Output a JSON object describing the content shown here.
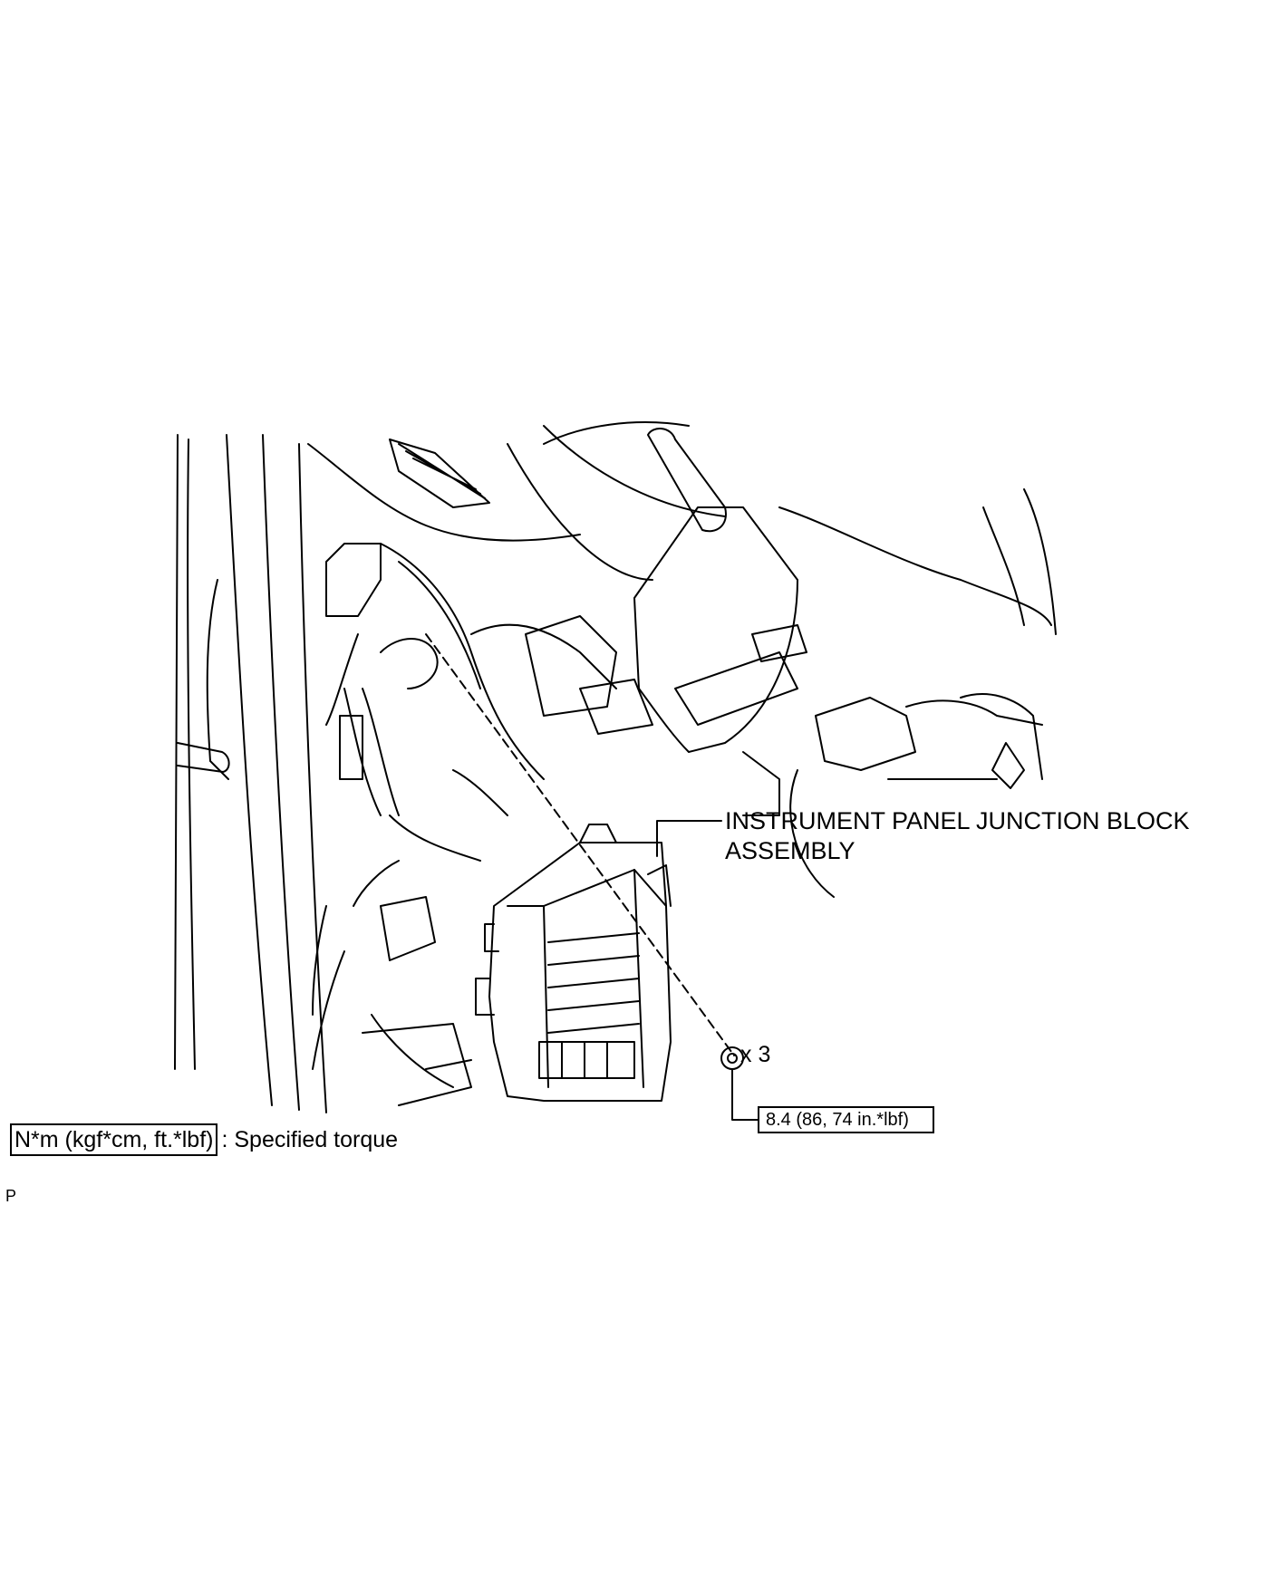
{
  "part_label": {
    "line1": "INSTRUMENT PANEL JUNCTION BLOCK",
    "line2": "ASSEMBLY"
  },
  "fastener": {
    "quantity": "x 3",
    "torque": "8.4 (86, 74 in.*lbf)"
  },
  "legend": {
    "unit_box": "N*m (kgf*cm, ft.*lbf)",
    "description": ": Specified torque"
  },
  "figure_code": "P"
}
